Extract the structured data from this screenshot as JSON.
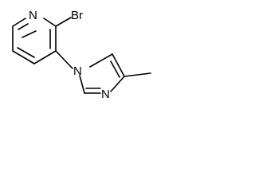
{
  "molecule": {
    "atoms": {
      "pyridine_n": "N",
      "bromine": "Br",
      "imidazole_n1": "N",
      "imidazole_n3": "N"
    },
    "line_color": "#000000",
    "background_color": "#ffffff"
  }
}
